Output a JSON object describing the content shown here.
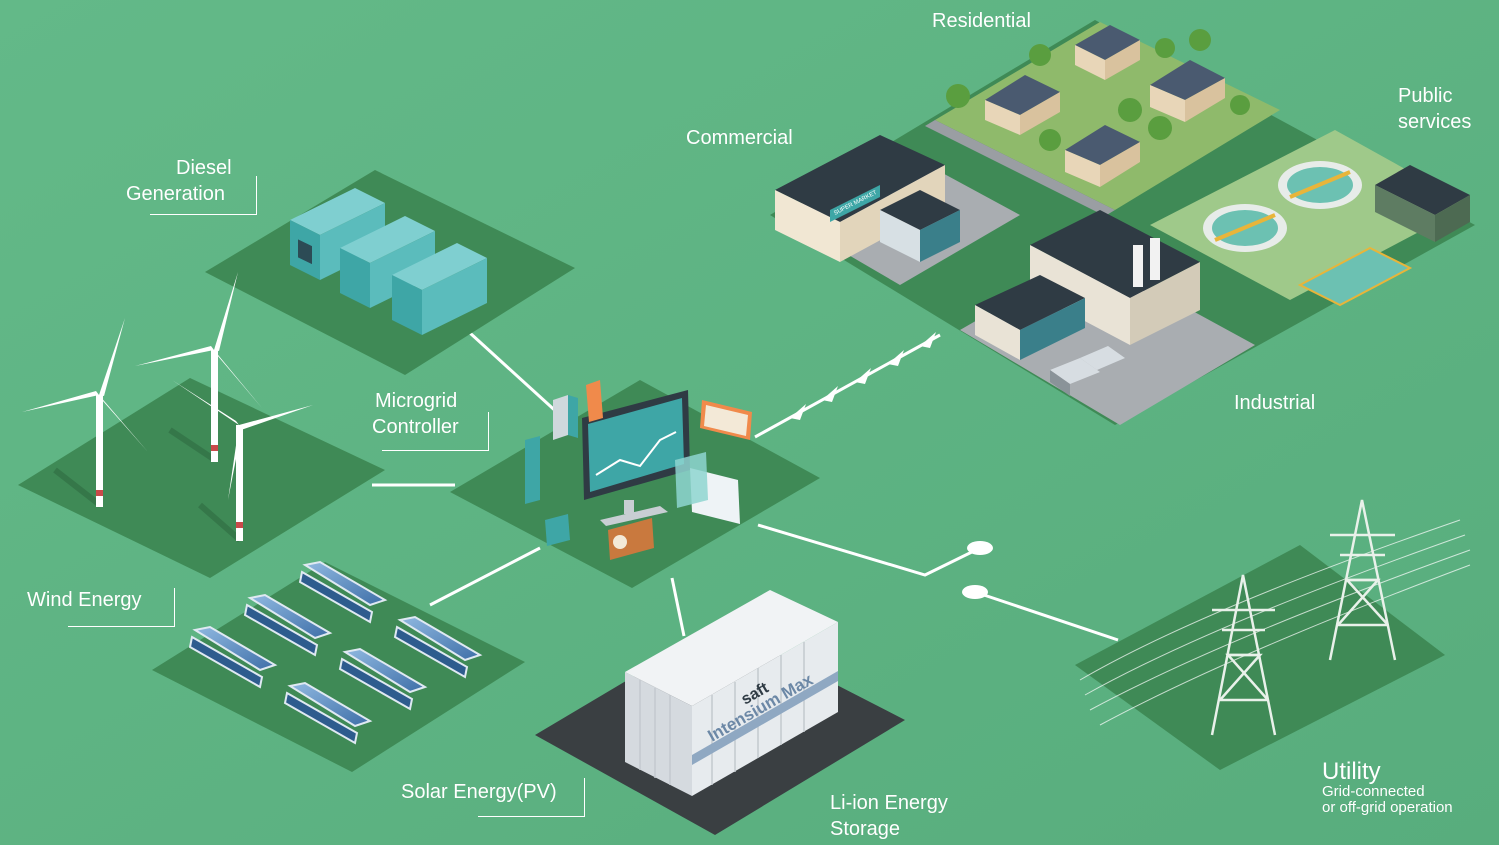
{
  "labels": {
    "residential": "Residential",
    "public_services_1": "Public",
    "public_services_2": "services",
    "commercial": "Commercial",
    "diesel_1": "Diesel",
    "diesel_2": "Generation",
    "microgrid_1": "Microgrid",
    "microgrid_2": "Controller",
    "industrial": "Industrial",
    "wind": "Wind Energy",
    "solar": "Solar Energy(PV)",
    "storage_1": "Li-ion Energy",
    "storage_2": "Storage",
    "utility": "Utility",
    "utility_sub_1": "Grid-connected",
    "utility_sub_2": "or off-grid operation"
  },
  "container_text": {
    "brand": "saft",
    "product": "Intensium Max"
  },
  "supermarket_sign": "SUPER MARKET",
  "colors": {
    "background": "#5fb585",
    "tile": "#3f8a56",
    "tile_dark": "#377d4c",
    "storage_tile": "#3a3f42",
    "line": "#ffffff",
    "accent_teal": "#3ea6a6"
  }
}
